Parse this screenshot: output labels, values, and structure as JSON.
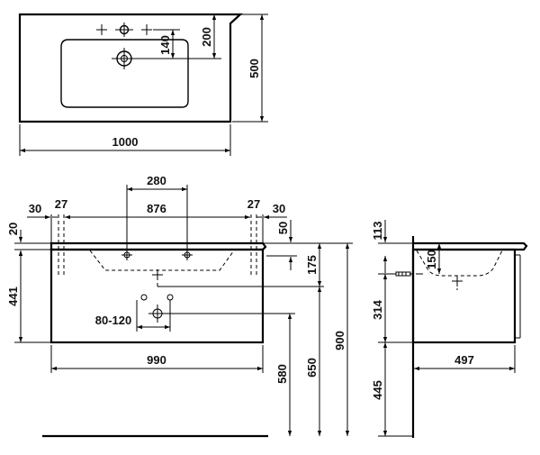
{
  "top_view": {
    "width_label": "1000",
    "depth_label": "500",
    "tap_offset_140": "140",
    "tap_offset_200": "200"
  },
  "front_view": {
    "label_280": "280",
    "label_876": "876",
    "label_30_left": "30",
    "label_27_left": "27",
    "label_27_right": "27",
    "label_30_right": "30",
    "label_20": "20",
    "label_50": "50",
    "label_175": "175",
    "label_441": "441",
    "label_80_120": "80-120",
    "label_990": "990",
    "label_580": "580",
    "label_650": "650",
    "label_900": "900"
  },
  "side_view": {
    "label_113": "113",
    "label_150": "150",
    "label_314": "314",
    "label_497": "497",
    "label_445": "445"
  }
}
